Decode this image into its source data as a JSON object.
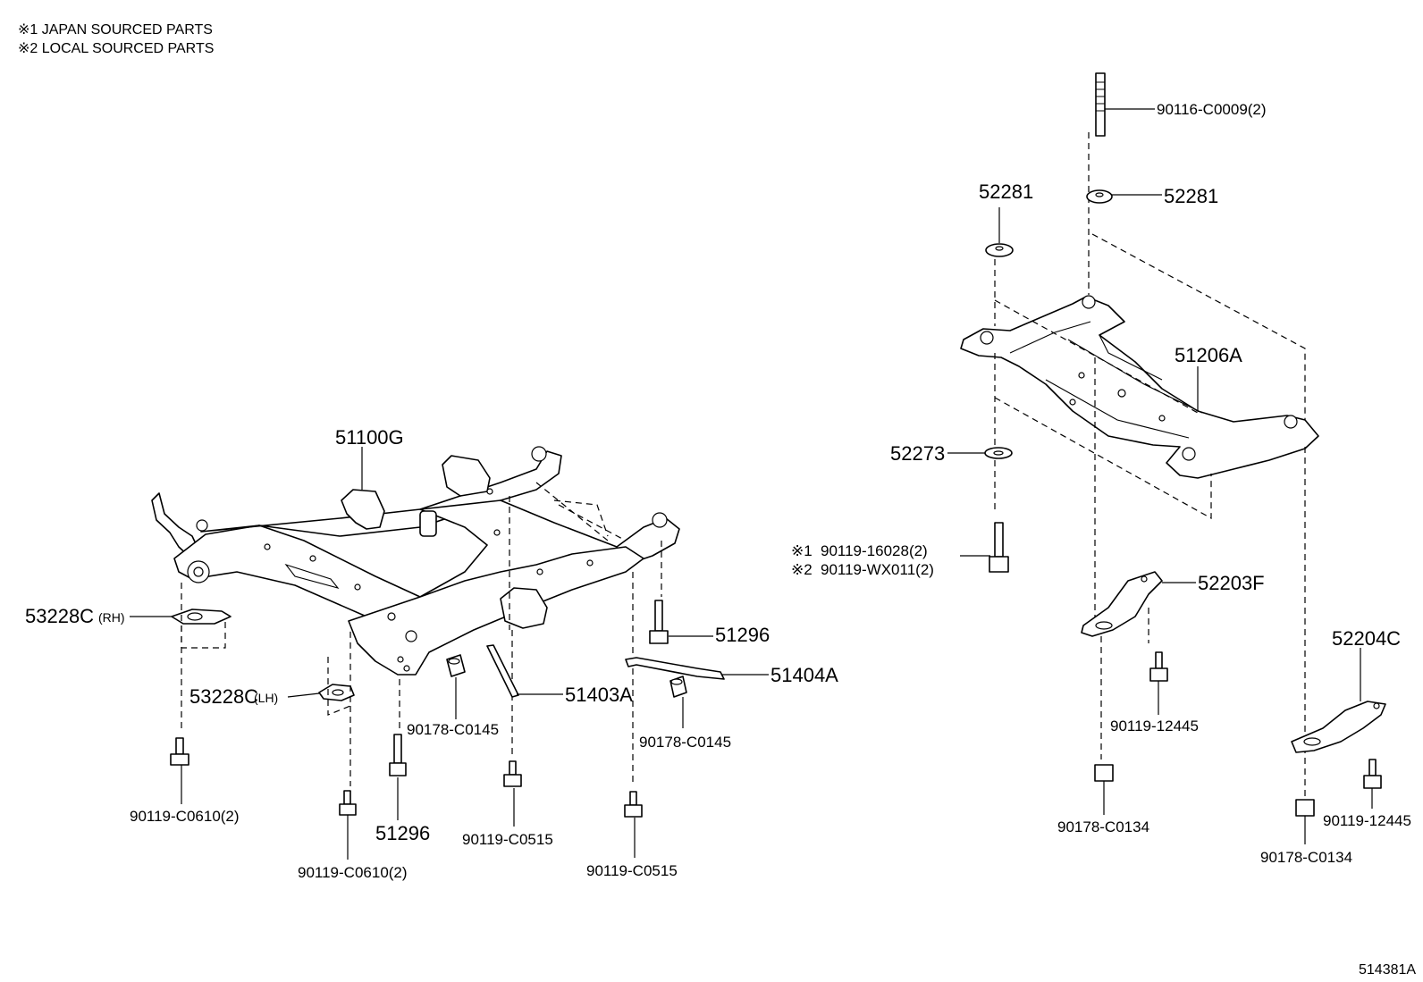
{
  "notes": {
    "japan": "※1 JAPAN SOURCED PARTS",
    "local": "※2 LOCAL SOURCED PARTS"
  },
  "diagram_id": "514381A",
  "front_labels": {
    "crossmember": "51100G",
    "gasket_rh": "53228C",
    "gasket_rh_side": "(RH)",
    "gasket_lh": "53228C",
    "gasket_lh_side": "(LH)",
    "bolt_left": "90119-C0610(2)",
    "bolt_mid": "90119-C0610(2)",
    "stud_51296_a": "51296",
    "stud_51296_b": "51296",
    "bushing_a": "90178-C0145",
    "bushing_b": "90178-C0145",
    "brace_a": "51403A",
    "brace_b": "51404A",
    "bolt_c0515_a": "90119-C0515",
    "bolt_c0515_b": "90119-C0515"
  },
  "rear_labels": {
    "stud_top": "90116-C0009(2)",
    "washer_left": "52281",
    "washer_right": "52281",
    "rear_member": "51206A",
    "washer_52273": "52273",
    "bolt_jp_prefix": "※1",
    "bolt_jp": "90119-16028(2)",
    "bolt_local_prefix": "※2",
    "bolt_local": "90119-WX011(2)",
    "bracket_f": "52203F",
    "bracket_c": "52204C",
    "bolt_12445_a": "90119-12445",
    "bolt_12445_b": "90119-12445",
    "nut_c0134_a": "90178-C0134",
    "nut_c0134_b": "90178-C0134"
  }
}
